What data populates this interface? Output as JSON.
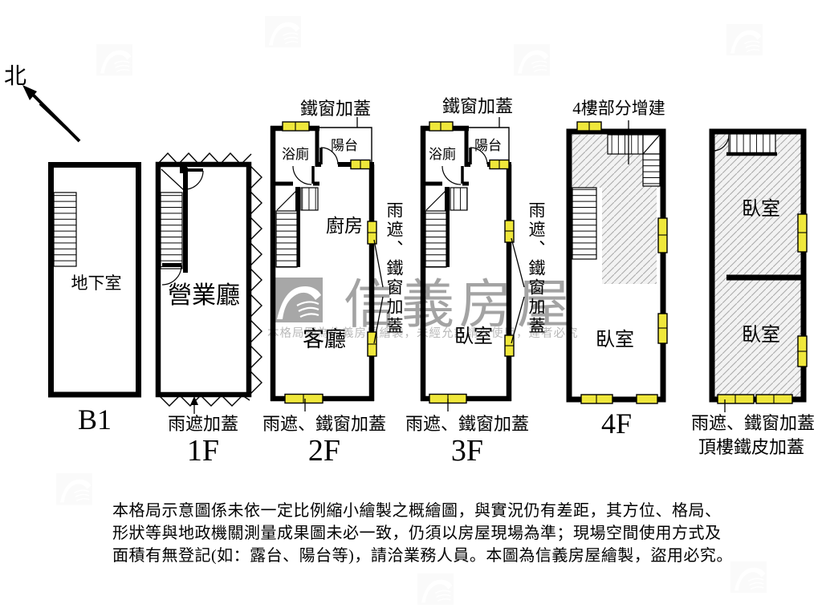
{
  "compass": {
    "label": "北"
  },
  "b1": {
    "label": "B1",
    "room": "地下室"
  },
  "f1": {
    "label": "1F",
    "room": "營業廳",
    "note_bottom": "雨遮加蓋"
  },
  "f2": {
    "label": "2F",
    "note_top": "鐵窗加蓋",
    "room_bath": "浴廁",
    "room_balcony": "陽台",
    "room_kitchen": "廚房",
    "room_living": "客廳",
    "note_bottom": "雨遮、鐵窗加蓋",
    "note_side": "雨遮、鐵窗加蓋"
  },
  "f3": {
    "label": "3F",
    "note_top": "鐵窗加蓋",
    "room_bath": "浴廁",
    "room_balcony": "陽台",
    "room_bed": "臥室",
    "note_bottom": "雨遮、鐵窗加蓋",
    "note_side": "雨遮、鐵窗加蓋"
  },
  "f4": {
    "label": "4F",
    "note_top": "4樓部分增建",
    "room_bed": "臥室"
  },
  "roof": {
    "room_bed_upper": "臥室",
    "room_bed_lower": "臥室",
    "note_bottom_1": "雨遮、鐵窗加蓋",
    "note_bottom_2": "頂樓鐵皮加蓋"
  },
  "watermark": {
    "brand": "信義房屋",
    "notice": "本格局圖為信義房屋繪製，未經允許請勿使用，違者必究"
  },
  "disclaimer": {
    "line1": "本格局示意圖係未依一定比例縮小繪製之概繪圖，與實況仍有差距，其方位、格局、",
    "line2": "形狀等與地政機關測量成果圖未必一致，仍須以房屋現場為準；現場空間使用方式及",
    "line3": "面積有無登記(如：露台、陽台等)，請洽業務人員。本圖為信義房屋繪製，盜用必究。"
  },
  "colors": {
    "window_yellow": "#efe73b",
    "watermark_gray": "#a3a3a3",
    "wall_black": "#000000",
    "hatch_gray": "#a9a9a9"
  }
}
